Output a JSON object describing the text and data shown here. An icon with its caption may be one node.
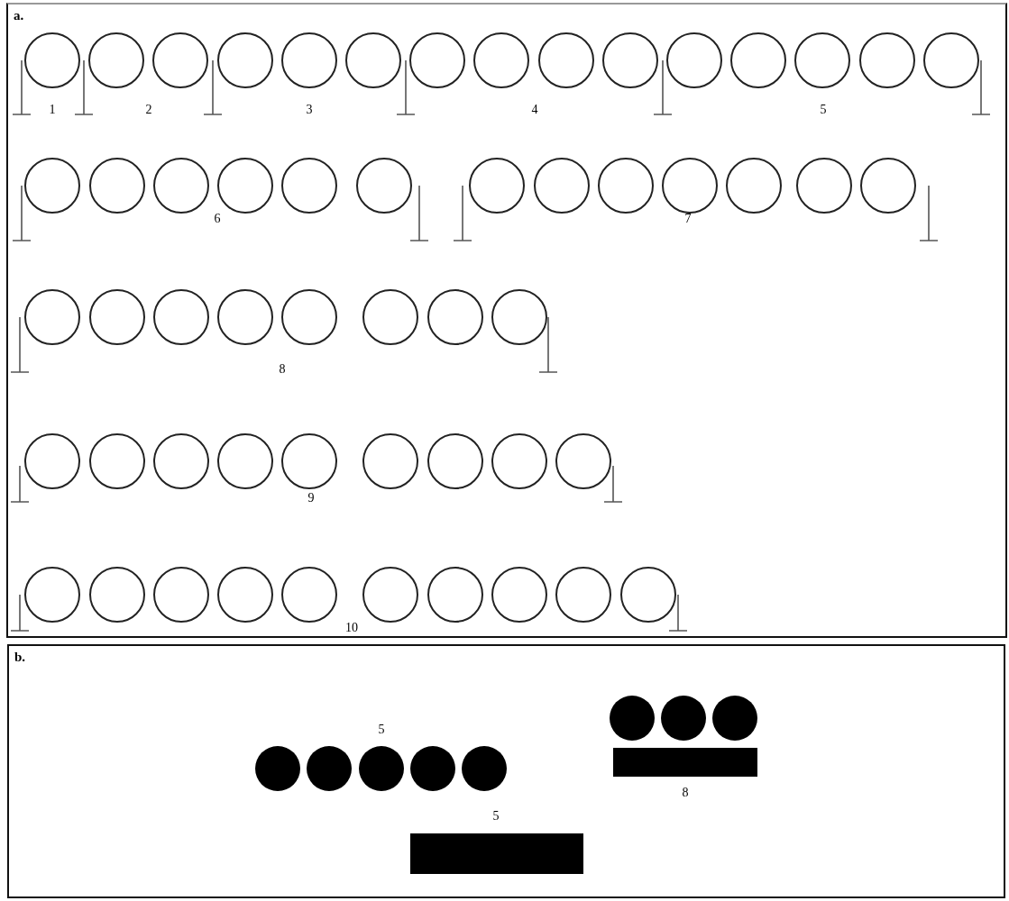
{
  "diagram": {
    "nodes": [
      {
        "text": [
          "a."
        ]
      },
      {
        "text": [],
        "shape": "circle",
        "in": 0
      },
      {
        "text": [],
        "shape": "circle",
        "in": 0
      },
      {
        "text": [],
        "shape": "circle",
        "in": 0
      },
      {
        "text": [],
        "shape": "circle",
        "in": 0
      },
      {
        "text": [],
        "shape": "circle",
        "in": 0
      },
      {
        "text": [],
        "shape": "circle",
        "in": 0
      },
      {
        "text": [],
        "shape": "circle",
        "in": 0
      },
      {
        "text": [],
        "shape": "circle",
        "in": 0
      },
      {
        "text": [],
        "shape": "circle",
        "in": 0
      },
      {
        "text": [],
        "shape": "circle",
        "in": 0
      },
      {
        "text": [],
        "shape": "circle",
        "in": 0
      },
      {
        "text": [],
        "shape": "circle",
        "in": 0
      },
      {
        "text": [],
        "shape": "circle",
        "in": 0
      },
      {
        "text": [],
        "shape": "circle",
        "in": 0
      },
      {
        "text": [],
        "shape": "circle",
        "in": 0
      },
      {
        "text": [],
        "shape": "circle",
        "in": 0
      },
      {
        "text": [],
        "shape": "circle",
        "in": 0
      },
      {
        "text": [],
        "shape": "circle",
        "in": 0
      },
      {
        "text": [],
        "shape": "circle",
        "in": 0
      },
      {
        "text": [],
        "shape": "circle",
        "in": 0
      },
      {
        "text": [],
        "shape": "circle",
        "in": 0
      },
      {
        "text": [],
        "shape": "circle",
        "in": 0
      },
      {
        "text": [],
        "shape": "circle",
        "in": 0
      },
      {
        "text": [],
        "shape": "circle",
        "in": 0
      },
      {
        "text": [],
        "shape": "circle",
        "in": 0
      },
      {
        "text": [],
        "shape": "circle",
        "in": 0
      },
      {
        "text": [],
        "shape": "circle",
        "in": 0
      },
      {
        "text": [],
        "shape": "circle",
        "in": 0
      },
      {
        "text": [],
        "shape": "circle",
        "in": 0
      },
      {
        "text": [],
        "shape": "circle",
        "in": 0
      },
      {
        "text": [],
        "shape": "circle",
        "in": 0
      },
      {
        "text": [],
        "shape": "circle",
        "in": 0
      },
      {
        "text": [],
        "shape": "circle",
        "in": 0
      },
      {
        "text": [],
        "shape": "circle",
        "in": 0
      },
      {
        "text": [],
        "shape": "circle",
        "in": 0
      },
      {
        "text": [],
        "shape": "circle",
        "in": 0
      },
      {
        "text": [],
        "shape": "circle",
        "in": 0
      },
      {
        "text": [],
        "shape": "circle",
        "in": 0
      },
      {
        "text": [],
        "shape": "circle",
        "in": 0
      },
      {
        "text": [],
        "shape": "circle",
        "in": 0
      },
      {
        "text": [],
        "shape": "circle",
        "in": 0
      },
      {
        "text": [],
        "shape": "circle",
        "in": 0
      },
      {
        "text": [],
        "shape": "circle",
        "in": 0
      },
      {
        "text": [],
        "shape": "circle",
        "in": 0
      },
      {
        "text": [],
        "shape": "circle",
        "in": 0
      },
      {
        "text": [],
        "shape": "circle",
        "in": 0
      },
      {
        "text": [],
        "shape": "circle",
        "in": 0
      },
      {
        "text": [],
        "shape": "circle",
        "in": 0
      },
      {
        "text": [],
        "shape": "circle",
        "in": 0
      },
      {
        "text": [],
        "shape": "circle",
        "in": 0
      },
      {
        "text": [],
        "shape": "circle",
        "in": 0
      },
      {
        "text": [],
        "shape": "circle",
        "in": 0
      },
      {
        "text": [],
        "shape": "circle",
        "in": 0
      },
      {
        "text": [],
        "shape": "circle",
        "in": 0
      },
      {
        "text": [],
        "shape": "circle",
        "in": 0
      },
      {
        "text": [
          "b."
        ]
      },
      {
        "text": [],
        "shape": "circle",
        "in": 56
      },
      {
        "text": [],
        "shape": "circle",
        "in": 56
      },
      {
        "text": [],
        "shape": "circle",
        "in": 56
      },
      {
        "text": [],
        "shape": "circle",
        "in": 56
      },
      {
        "text": [],
        "shape": "circle",
        "in": 56
      },
      {
        "text": [],
        "shape": "circle",
        "in": 56
      },
      {
        "text": [],
        "shape": "circle",
        "in": 56
      },
      {
        "text": [],
        "shape": "circle",
        "in": 56
      },
      {
        "text": [],
        "shape": "bar",
        "in": 56
      },
      {
        "text": [],
        "shape": "bar",
        "in": 56
      }
    ],
    "labels": [
      "1",
      "2",
      "3",
      "4",
      "5",
      "6",
      "7",
      "8",
      "9",
      "10",
      "5",
      "8",
      "5"
    ]
  }
}
